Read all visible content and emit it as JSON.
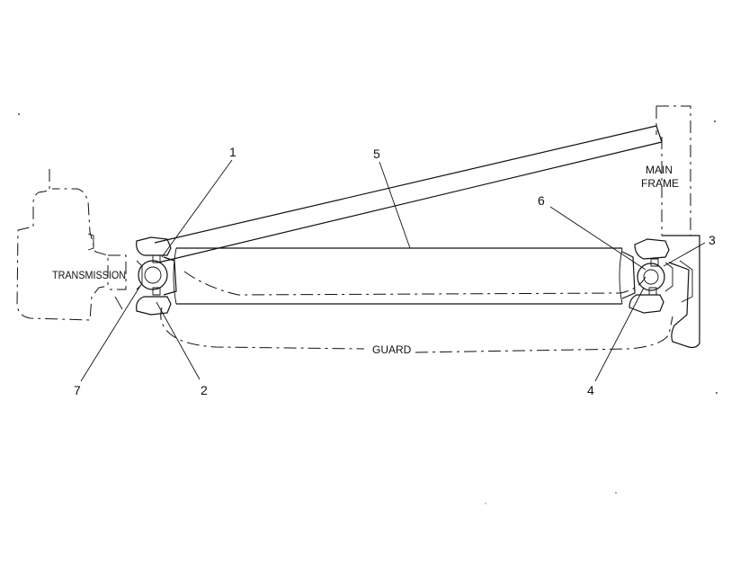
{
  "labels": {
    "transmission": "TRANSMISSION",
    "main_frame_line1": "MAIN",
    "main_frame_line2": "FRAME",
    "guard": "GUARD"
  },
  "callouts": [
    {
      "id": "callout-1",
      "number": "1"
    },
    {
      "id": "callout-2",
      "number": "2"
    },
    {
      "id": "callout-3",
      "number": "3"
    },
    {
      "id": "callout-4",
      "number": "4"
    },
    {
      "id": "callout-5",
      "number": "5"
    },
    {
      "id": "callout-6",
      "number": "6"
    },
    {
      "id": "callout-7",
      "number": "7"
    }
  ]
}
